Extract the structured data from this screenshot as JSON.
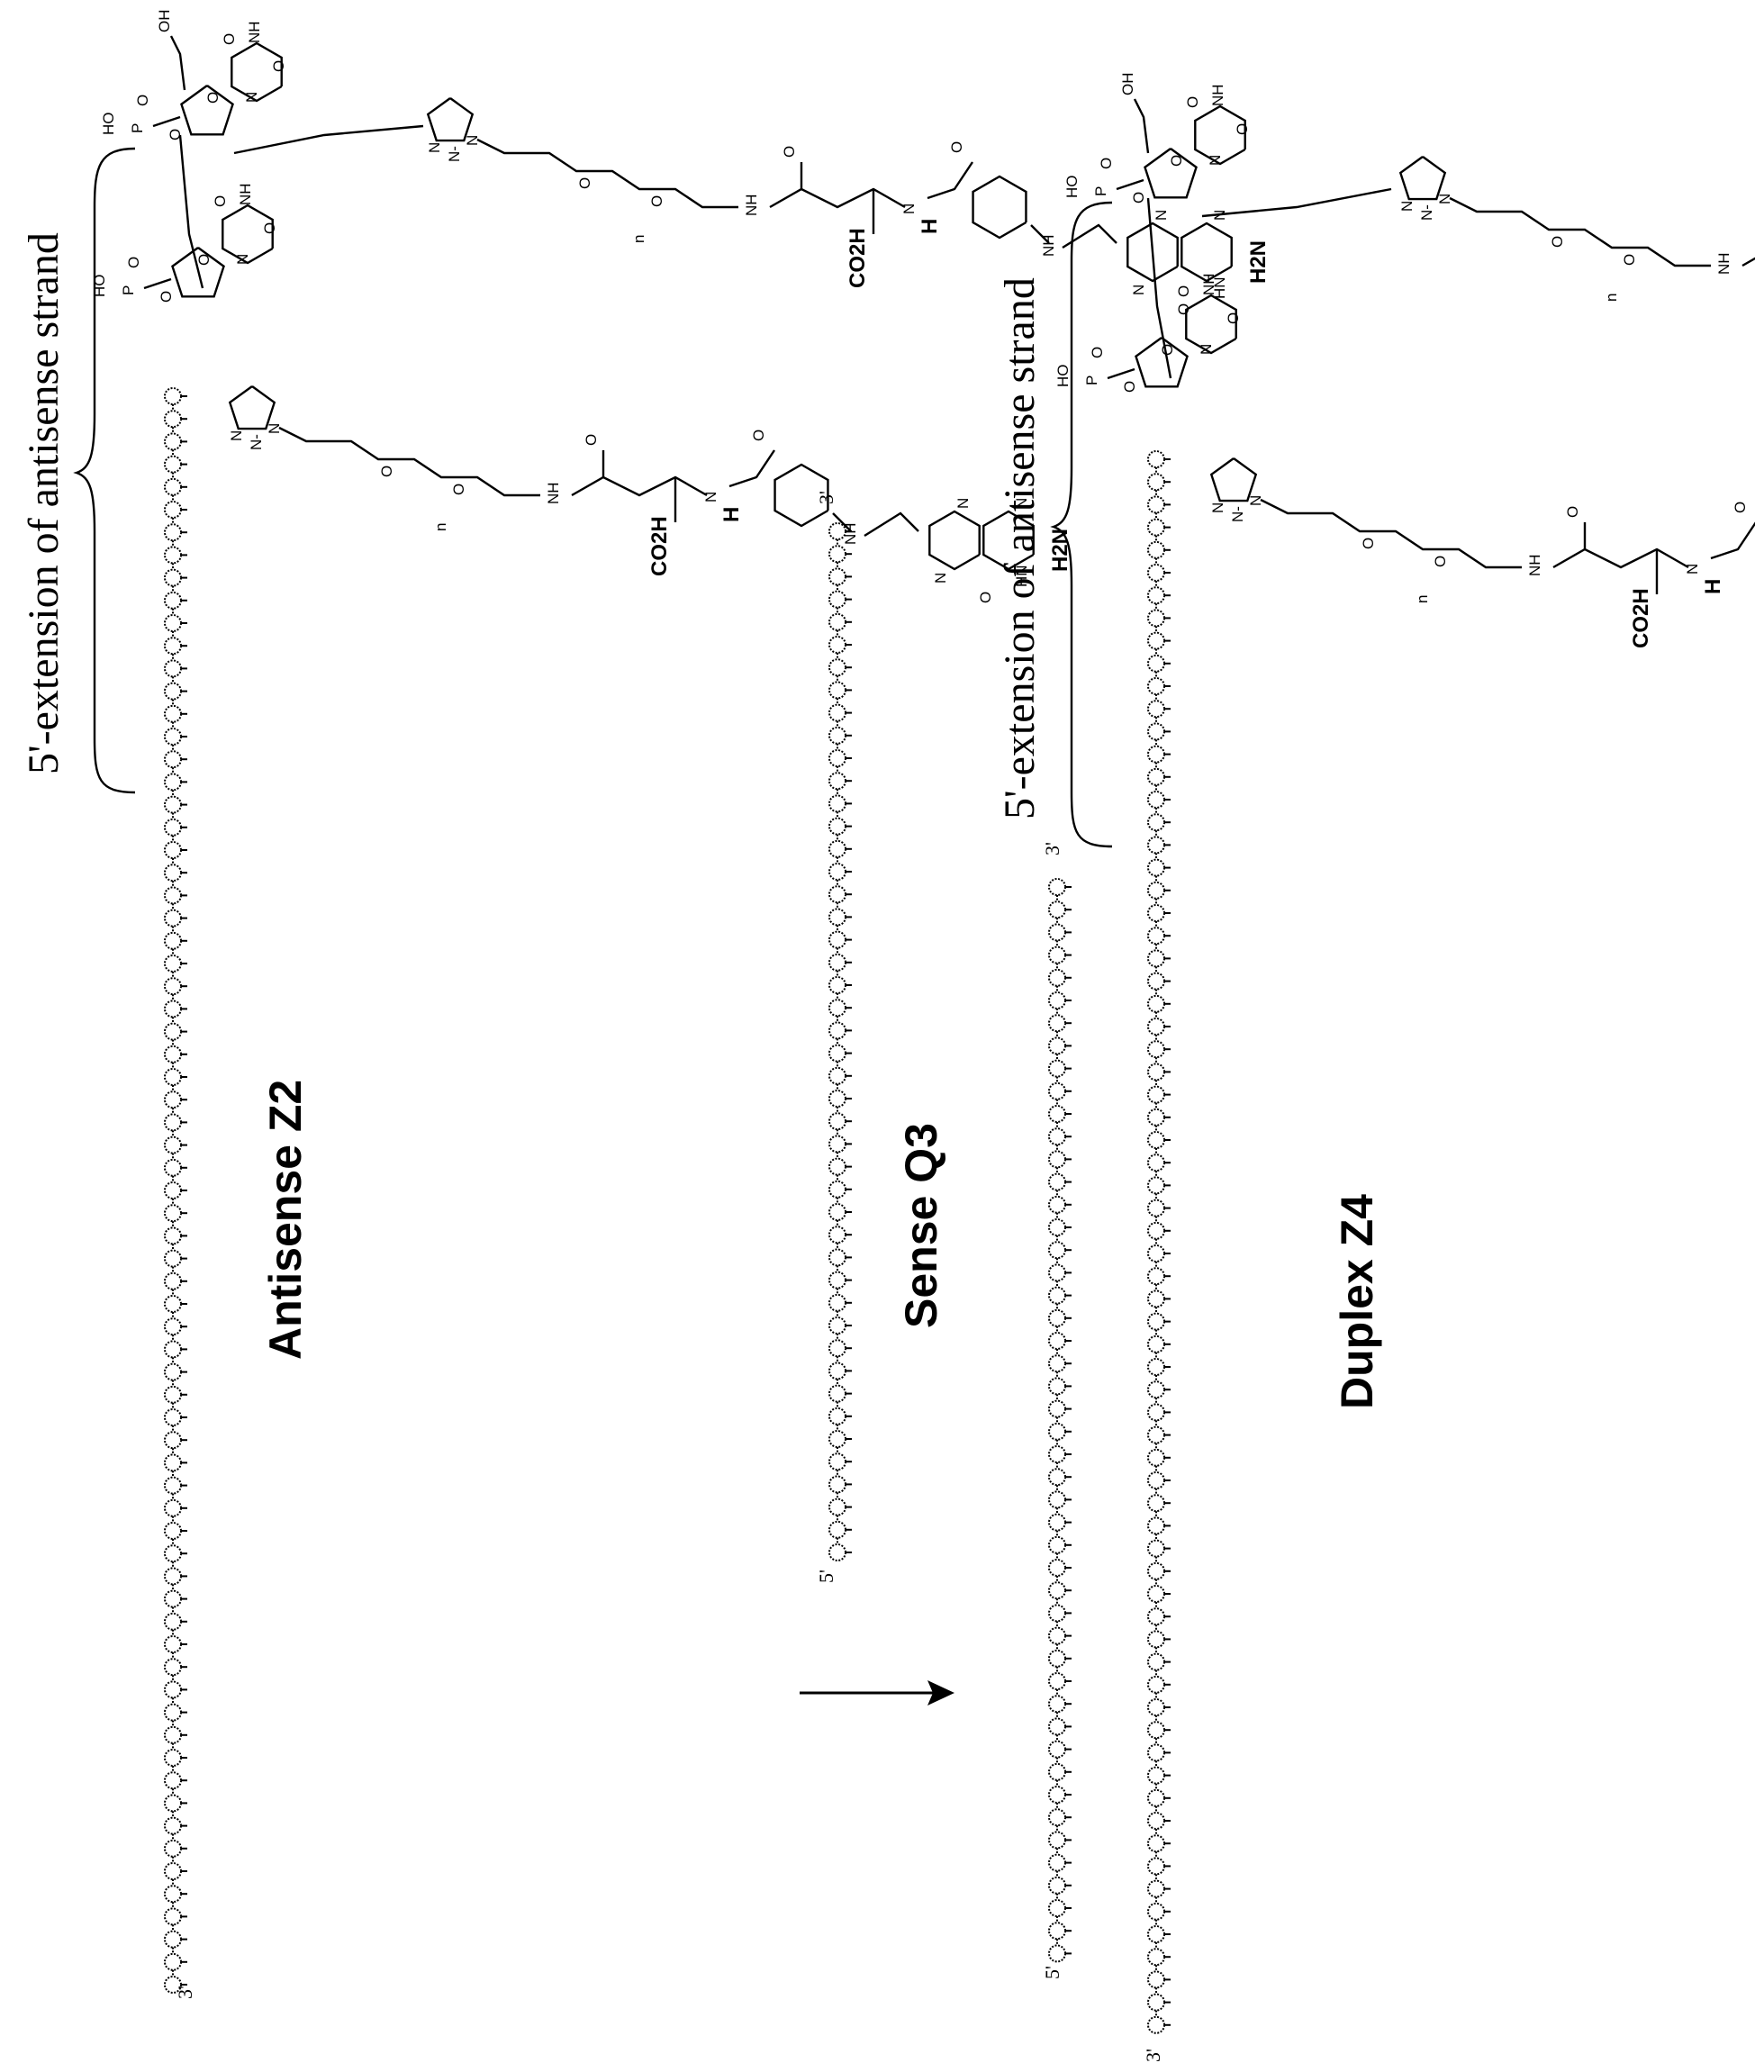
{
  "labels": {
    "antisense_name": "Antisense Z2",
    "sense_name": "Sense Q3",
    "duplex_name": "Duplex Z4",
    "extension_label_1": "5'-extension of antisense strand",
    "extension_label_2": "5'-extension of antisense strand"
  },
  "strand_ends": {
    "antisense_3prime": "3'",
    "sense_5prime": "5'",
    "sense_3prime": "3'",
    "duplex_sense_5prime": "5'",
    "duplex_sense_3prime": "3'",
    "duplex_antisense_3prime": "3'"
  },
  "atoms": {
    "oh": "OH",
    "ho": "HO",
    "o": "O",
    "p": "P",
    "n": "N",
    "nh": "NH",
    "h": "H",
    "n_minus": "N-",
    "hn": "HN",
    "co2h": "CO2H",
    "h2n": "H2N",
    "repeat": "n"
  },
  "colors": {
    "ink": "#000000",
    "background": "#ffffff"
  }
}
